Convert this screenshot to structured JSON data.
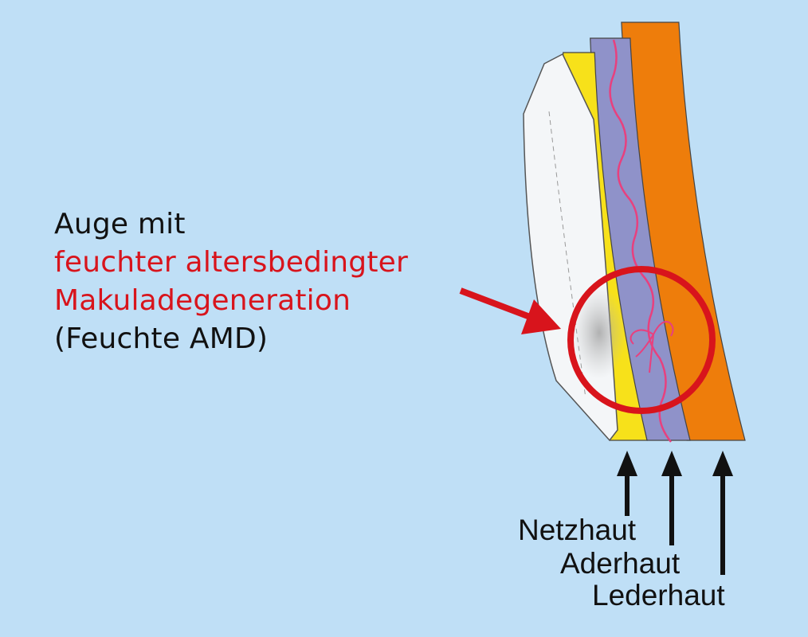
{
  "heading": {
    "line1": "Auge mit",
    "line2": "feuchter altersbedingter",
    "line3": "Makuladegeneration",
    "line4": "(Feuchte AMD)"
  },
  "layers": [
    {
      "label": "Netzhaut",
      "color": "#f7e11a"
    },
    {
      "label": "Aderhaut",
      "color": "#8f92c9"
    },
    {
      "label": "Lederhaut",
      "color": "#ee7d0b"
    }
  ],
  "colors": {
    "background": "#bfdff6",
    "accent": "#d8141c",
    "text": "#111111",
    "vessel": "#e8407e",
    "outer_white": "#f4f6f8"
  }
}
